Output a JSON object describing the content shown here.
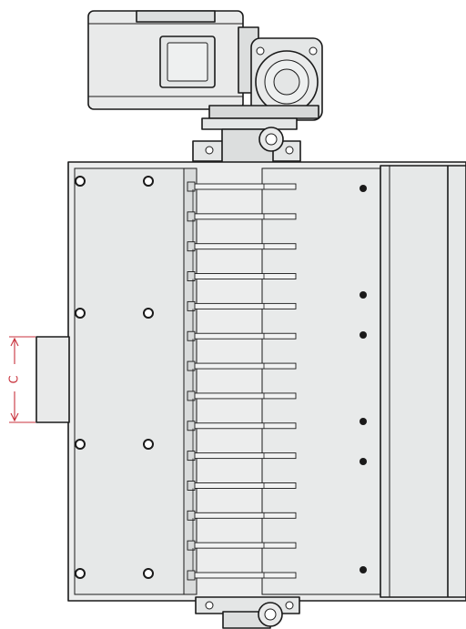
{
  "drawing": {
    "dimension_label": "C",
    "colors": {
      "outline": "#1a1a1a",
      "part_fill": "#e9eaea",
      "part_fill_dark": "#d6d8d8",
      "dimension": "#c8323c"
    },
    "bar_count": 14,
    "hole_icons": {
      "left_column": 8,
      "right_column": 6
    },
    "components": [
      "motor",
      "worm-gearbox",
      "lifting-eye",
      "mounting-flange",
      "machine-body",
      "left-side-plate",
      "inlet-port",
      "bar-rack",
      "right-panel",
      "end-frame",
      "bottom-bracket"
    ]
  }
}
